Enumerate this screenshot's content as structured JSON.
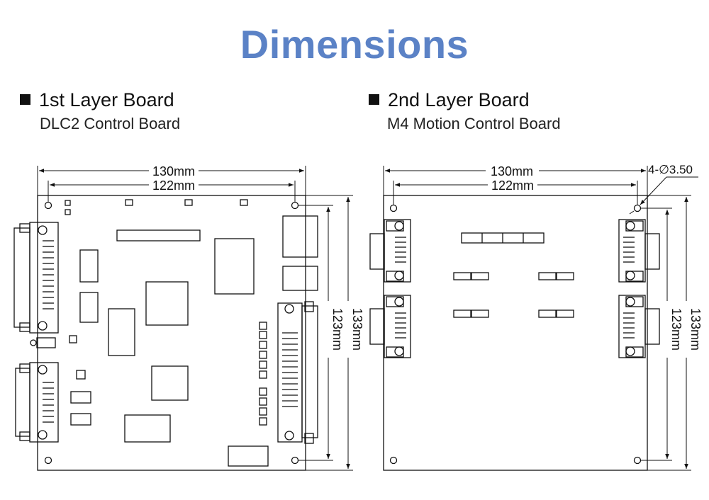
{
  "title": "Dimensions",
  "colors": {
    "title": "#5b82c6",
    "line": "#111111"
  },
  "boards": [
    {
      "heading": "1st Layer Board",
      "subheading": "DLC2 Control Board",
      "dim_outer_width": "130mm",
      "dim_inner_width": "122mm",
      "dim_inner_height": "123mm",
      "dim_outer_height": "133mm"
    },
    {
      "heading": "2nd Layer Board",
      "subheading": "M4 Motion Control Board",
      "dim_outer_width": "130mm",
      "dim_inner_width": "122mm",
      "dim_inner_height": "123mm",
      "dim_outer_height": "133mm",
      "hole_callout": "4-∅3.50"
    }
  ]
}
